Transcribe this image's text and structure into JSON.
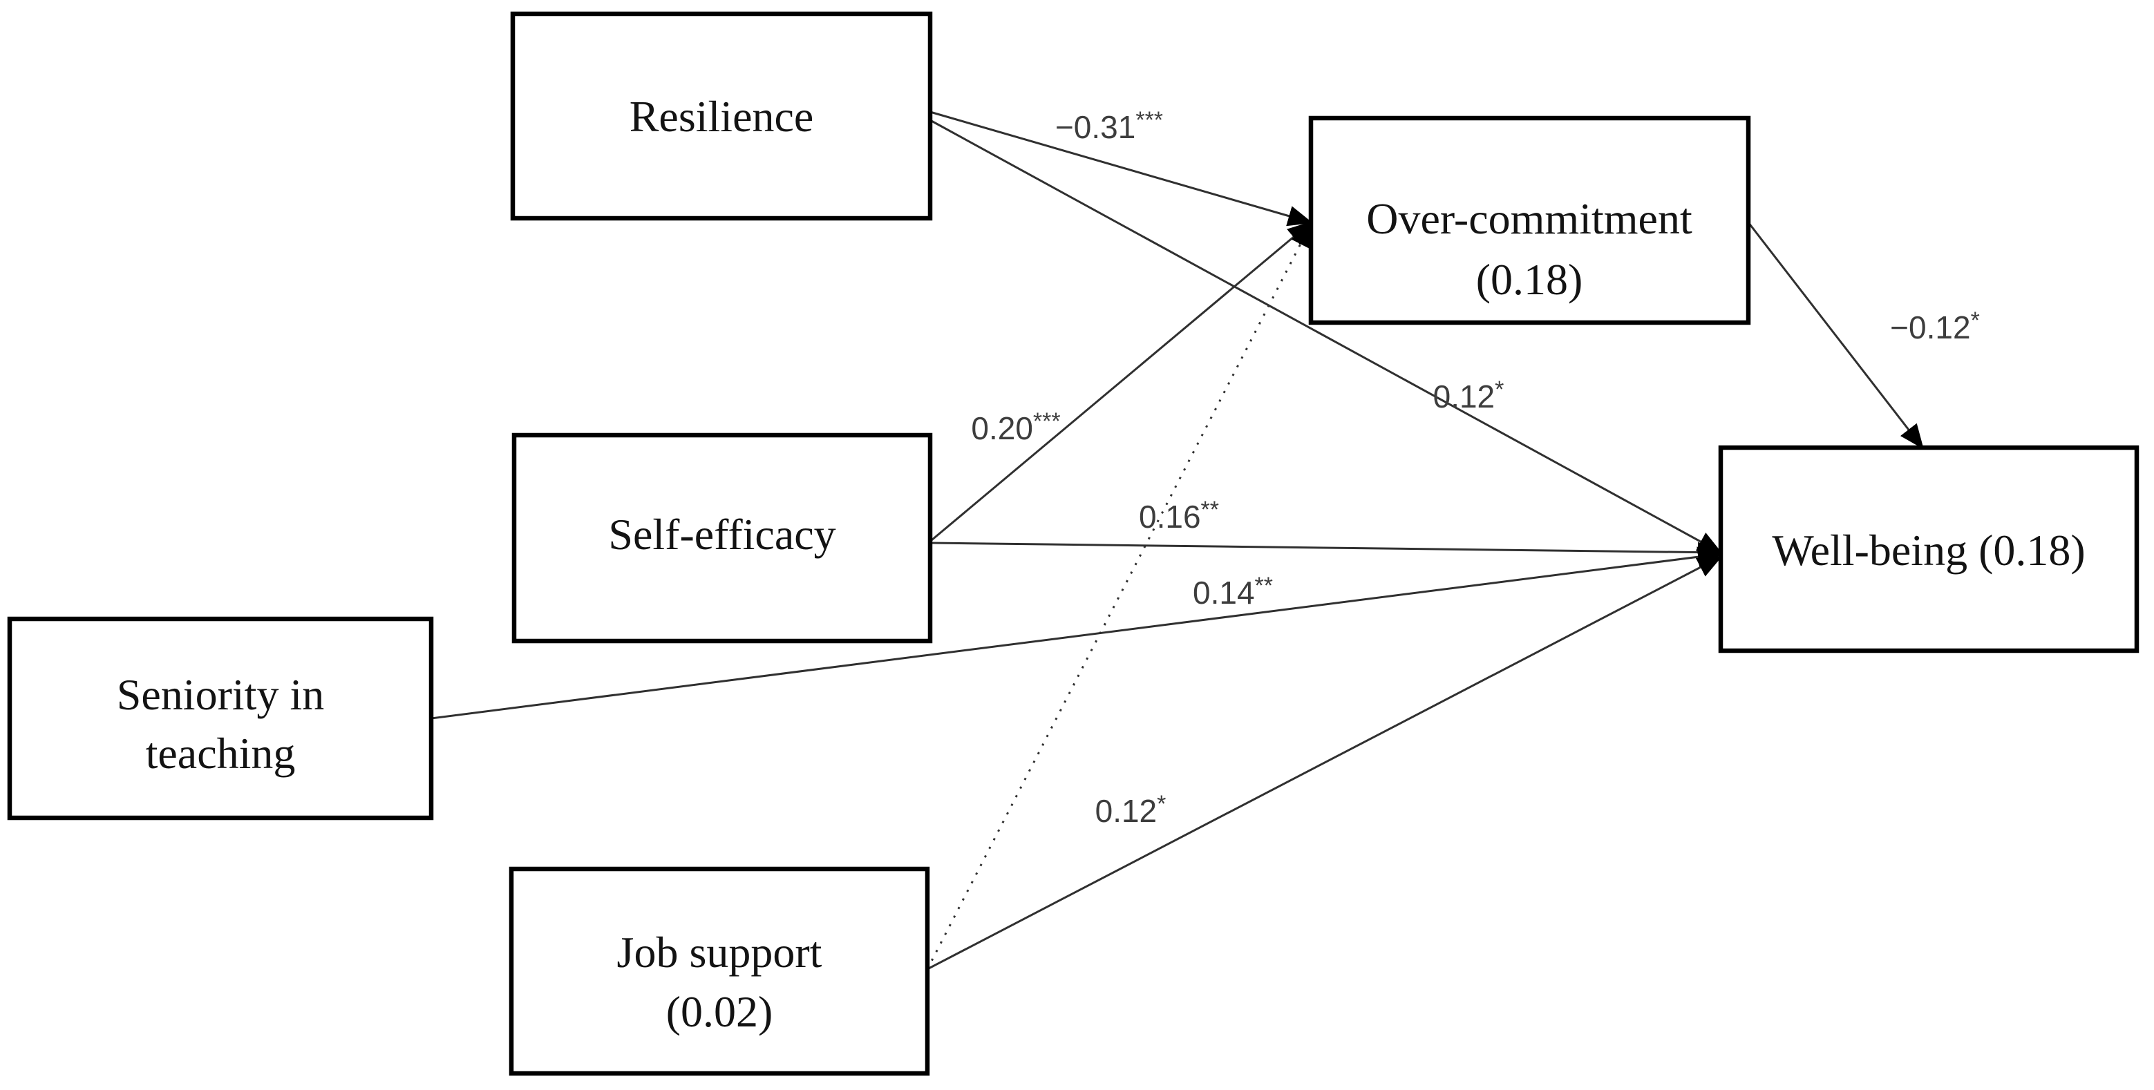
{
  "diagram": {
    "background_color": "#ffffff",
    "box_border_color": "#000000",
    "line_color": "#303030",
    "label_color": "#3d3d3d",
    "nodes": [
      {
        "id": "resilience",
        "label_lines": [
          "Resilience"
        ]
      },
      {
        "id": "self-efficacy",
        "label_lines": [
          "Self-efficacy"
        ]
      },
      {
        "id": "seniority",
        "label_lines": [
          "Seniority in",
          "teaching"
        ]
      },
      {
        "id": "job-support",
        "label_lines": [
          "Job support",
          "(0.02)"
        ]
      },
      {
        "id": "over-commitment",
        "label_lines": [
          "Over-commitment",
          "(0.18)"
        ]
      },
      {
        "id": "well-being",
        "label_lines": [
          "Well-being (0.18)"
        ]
      }
    ],
    "paths": [
      {
        "from": "resilience",
        "to": "over-commitment",
        "style": "solid",
        "coefficient": "−0.31",
        "stars": "***"
      },
      {
        "from": "resilience",
        "to": "well-being",
        "style": "solid",
        "coefficient": "0.12",
        "stars": "*"
      },
      {
        "from": "self-efficacy",
        "to": "over-commitment",
        "style": "solid",
        "coefficient": "0.20",
        "stars": "***"
      },
      {
        "from": "self-efficacy",
        "to": "well-being",
        "style": "solid",
        "coefficient": "0.16",
        "stars": "**"
      },
      {
        "from": "seniority",
        "to": "well-being",
        "style": "solid",
        "coefficient": "0.14",
        "stars": "**"
      },
      {
        "from": "job-support",
        "to": "well-being",
        "style": "solid",
        "coefficient": "0.12",
        "stars": "*"
      },
      {
        "from": "job-support",
        "to": "over-commitment",
        "style": "dotted",
        "coefficient": "",
        "stars": ""
      },
      {
        "from": "over-commitment",
        "to": "well-being",
        "style": "solid",
        "coefficient": "−0.12",
        "stars": "*"
      }
    ]
  }
}
